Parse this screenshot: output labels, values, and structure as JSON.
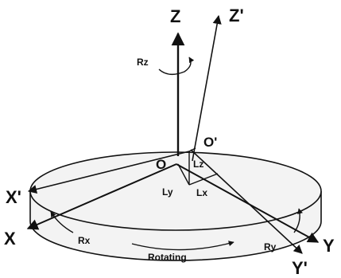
{
  "diagram": {
    "axes": {
      "z": "Z",
      "z_prime": "Z'",
      "x": "X",
      "x_prime": "X'",
      "y": "Y",
      "y_prime": "Y'"
    },
    "origins": {
      "o": "O",
      "o_prime": "O'"
    },
    "offsets": {
      "lx": "Lx",
      "ly": "Ly",
      "lz": "Lz"
    },
    "rotations": {
      "rx": "Rx",
      "ry": "Ry",
      "rz": "Rz"
    },
    "caption": "Rotating",
    "colors": {
      "ink": "#111111",
      "disk_fill": "#f3f3f3"
    }
  }
}
